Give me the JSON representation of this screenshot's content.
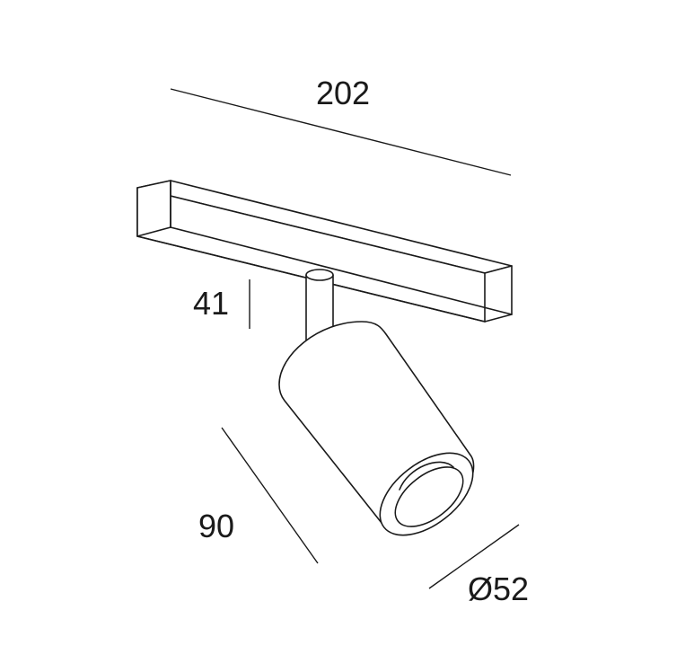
{
  "dimensions": {
    "rail_length": "202",
    "stem_height": "41",
    "body_length": "90",
    "diameter": "Ø52"
  }
}
